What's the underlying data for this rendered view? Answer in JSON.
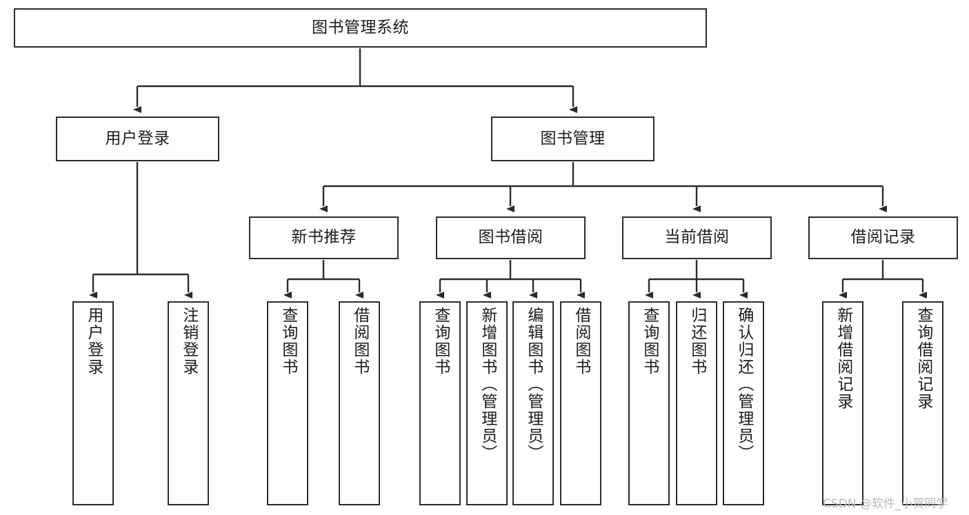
{
  "diagram": {
    "type": "tree",
    "title": "图书管理系统",
    "orientation": "top-down",
    "colors": {
      "node_border": "#2b2b2b",
      "node_fill": "#ffffff",
      "edge": "#2b2b2b",
      "text": "#1c1c1c",
      "background": "#ffffff",
      "watermark": "#b8b8b8"
    },
    "root": {
      "label": "图书管理系统"
    },
    "level2": [
      {
        "label": "用户登录"
      },
      {
        "label": "图书管理"
      }
    ],
    "level3": [
      {
        "label": "新书推荐"
      },
      {
        "label": "图书借阅"
      },
      {
        "label": "当前借阅"
      },
      {
        "label": "借阅记录"
      }
    ],
    "leaves": {
      "user_login": [
        {
          "label": "用户登录"
        },
        {
          "label": "注销登录"
        }
      ],
      "new_book_recommend": [
        {
          "label": "查询图书"
        },
        {
          "label": "借阅图书"
        }
      ],
      "book_borrow": [
        {
          "label": "查询图书"
        },
        {
          "label": "新增图书（管理员）"
        },
        {
          "label": "编辑图书（管理员）"
        },
        {
          "label": "借阅图书"
        }
      ],
      "current_borrow": [
        {
          "label": "查询图书"
        },
        {
          "label": "归还图书"
        },
        {
          "label": "确认归还（管理员）"
        }
      ],
      "borrow_record": [
        {
          "label": "新增借阅记录"
        },
        {
          "label": "查询借阅记录"
        }
      ]
    },
    "watermark": "CSDN @软件_小贺同学"
  }
}
